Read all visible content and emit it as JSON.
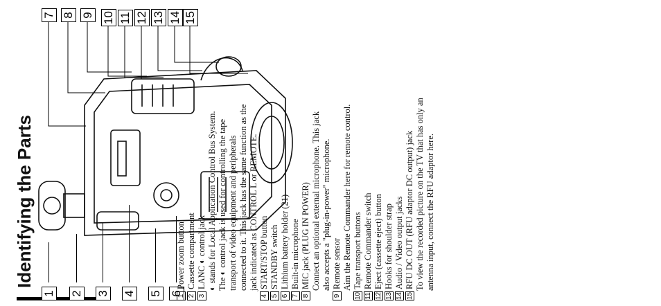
{
  "page": {
    "title": "Identifying the Parts"
  },
  "callouts": {
    "left": [
      "1",
      "2",
      "3",
      "4",
      "5",
      "6"
    ],
    "right": [
      "7",
      "8",
      "9",
      "10",
      "11",
      "12",
      "13",
      "14",
      "15"
    ]
  },
  "items": [
    {
      "num": "1",
      "label": "Power zoom button"
    },
    {
      "num": "2",
      "label": "Cassette compartment"
    },
    {
      "num": "3",
      "label": "LANC ◐ control jack"
    },
    {
      "num": "",
      "label": "◐ stands for Local Application Control Bus System.",
      "sub": true
    },
    {
      "num": "",
      "label": "The ◐ control jack is used for controlling the tape",
      "desc": true
    },
    {
      "num": "",
      "label": "transport of video equipment and peripherals",
      "desc": true
    },
    {
      "num": "",
      "label": "connected to it.  This jack has the same function as the",
      "desc": true
    },
    {
      "num": "",
      "label": "jack indicated as CONTROL L or REMOTE.",
      "desc": true
    },
    {
      "num": "4",
      "label": "START/STOP button"
    },
    {
      "num": "5",
      "label": "STANDBY switch"
    },
    {
      "num": "6",
      "label": "Lithium battery holder (21)"
    },
    {
      "num": "7",
      "label": "Built-in microphone"
    },
    {
      "num": "8",
      "label": "MIC jack (PLUG IN POWER)"
    },
    {
      "num": "",
      "label": "Connect an optional external microphone.  This jack",
      "desc": true
    },
    {
      "num": "",
      "label": "also accepts a \"plug-in-power\" microphone.",
      "desc": true
    },
    {
      "num": "9",
      "label": "Remote sensor"
    },
    {
      "num": "",
      "label": "Aim the Remote Commander here for remote control.",
      "desc": true
    },
    {
      "num": "10",
      "label": "Tape transport buttons"
    },
    {
      "num": "11",
      "label": "Remote Commander switch"
    },
    {
      "num": "12",
      "label": "Eject (cassette eject) button"
    },
    {
      "num": "13",
      "label": "Hooks for shoulder strap"
    },
    {
      "num": "14",
      "label": "Audio / Video output jacks"
    },
    {
      "num": "15",
      "label": "RFU DC OUT (RFU adaptor DC output) jack"
    },
    {
      "num": "",
      "label": "To view the recorded picture on the TV that has only an",
      "desc": true
    },
    {
      "num": "",
      "label": "antenna input, connect the RFU adaptor here.",
      "desc": true
    }
  ]
}
